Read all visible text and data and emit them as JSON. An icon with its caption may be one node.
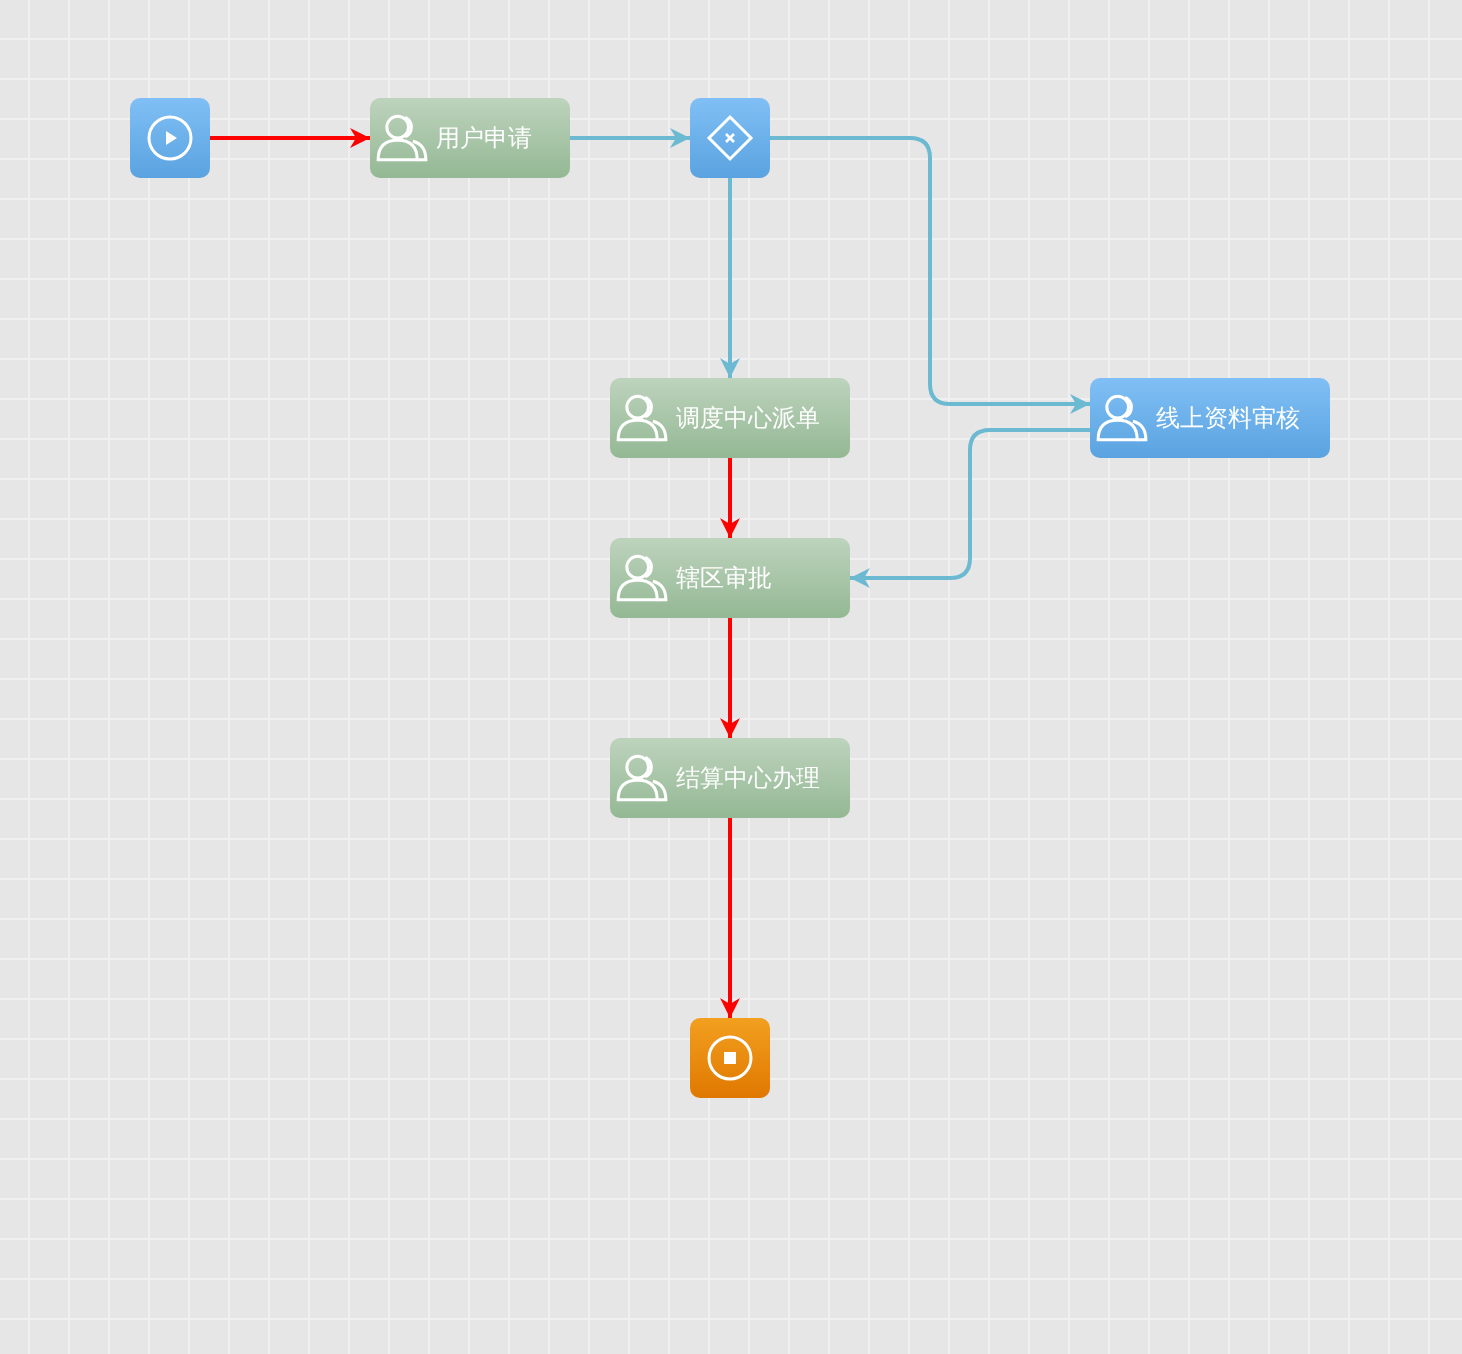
{
  "diagram": {
    "nodes": [
      {
        "text": [],
        "shape": "box"
      },
      {
        "text": [
          "用户申请"
        ]
      },
      {
        "text": [],
        "shape": "box"
      },
      {
        "text": [
          "调度中心派单"
        ]
      },
      {
        "text": [
          "线上资料审核"
        ]
      },
      {
        "text": [
          "辖区审批"
        ]
      },
      {
        "text": [
          "结算中心办理"
        ]
      },
      {
        "text": [],
        "shape": "box"
      }
    ],
    "edges": [
      {
        "from": 0,
        "to": 1,
        "arrow": "to",
        "color": "#ff0000"
      },
      {
        "from": 1,
        "to": 2,
        "arrow": "to",
        "color": "#6cbad2"
      },
      {
        "from": 2,
        "to": 3,
        "arrow": "to",
        "color": "#6cbad2"
      },
      {
        "from": 2,
        "to": 4,
        "arrow": "to",
        "color": "#6cbad2"
      },
      {
        "from": 4,
        "to": 5,
        "arrow": "to",
        "color": "#6cbad2"
      },
      {
        "from": 3,
        "to": 5,
        "arrow": "to",
        "color": "#ff0000"
      },
      {
        "from": 5,
        "to": 6,
        "arrow": "to",
        "color": "#ff0000"
      },
      {
        "from": 6,
        "to": 7,
        "arrow": "to",
        "color": "#ff0000"
      }
    ]
  }
}
